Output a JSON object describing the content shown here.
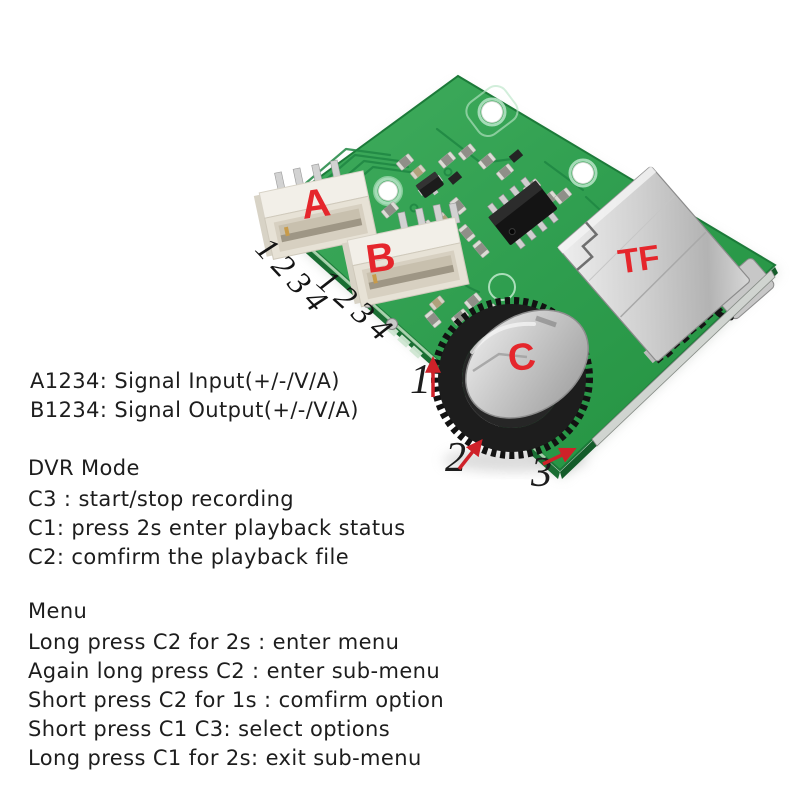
{
  "scene": {
    "description": "Product photo of a mini DVR recorder PCB module with annotated connectors and controls",
    "background_color": "#ffffff"
  },
  "pcb": {
    "board_color": "#2f9e4f",
    "board_edge_color": "#1a6e33",
    "trace_color": "#1f8743",
    "silkscreen_color": "#b9e5c6",
    "label_color": "#e5262c",
    "callout_color": "#cf2129",
    "labels": {
      "connector_a": "A",
      "connector_b": "B",
      "pins_a": "1234",
      "pins_b": "1234",
      "tf_slot": "TF",
      "control_wheel": "C"
    },
    "callouts": {
      "c1": "1",
      "c2": "2",
      "c3": "3"
    }
  },
  "annotations": {
    "text_color": "#1d1d1d",
    "signal_input": "A1234: Signal Input(+/-/V/A)",
    "signal_output": "B1234: Signal Output(+/-/V/A)",
    "dvr_mode": {
      "title": "DVR Mode",
      "lines": [
        "C3 : start/stop recording",
        "C1: press 2s enter playback status",
        "C2: comfirm the playback file"
      ]
    },
    "menu": {
      "title": "Menu",
      "lines": [
        "Long press C2 for 2s : enter menu",
        "Again long press C2 : enter sub-menu",
        "Short press C2 for 1s : comfirm option",
        "Short press C1 C3: select options",
        "Long press C1 for 2s: exit sub-menu"
      ]
    }
  }
}
